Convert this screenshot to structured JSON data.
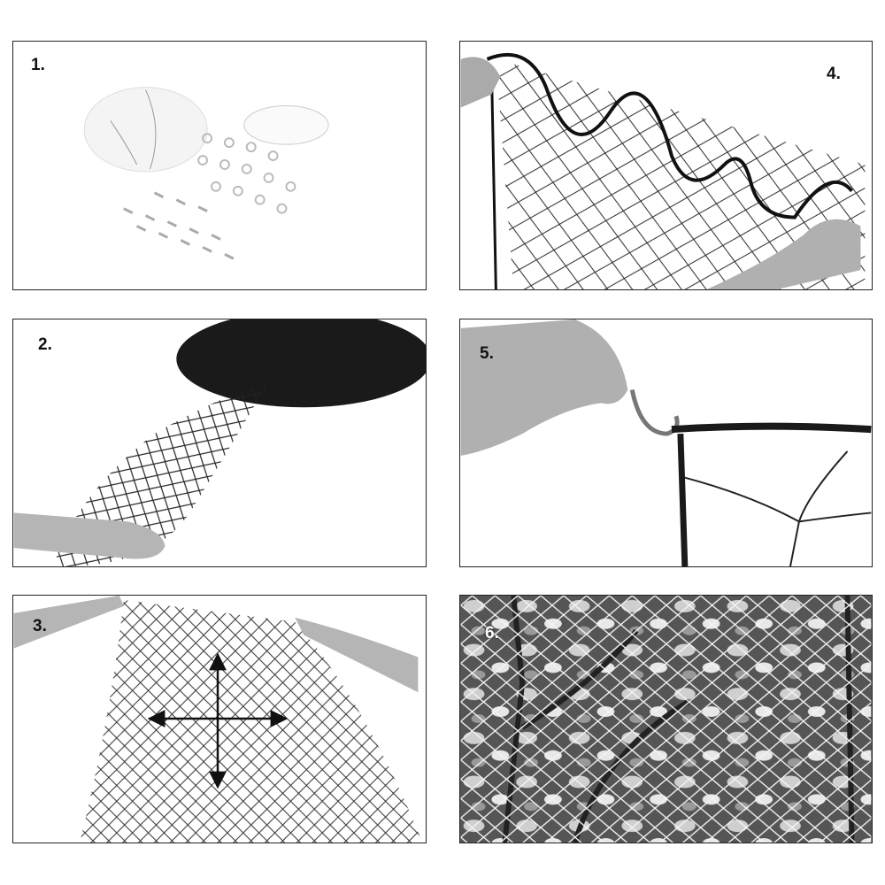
{
  "steps": [
    {
      "label": "1.",
      "scene": "net-kit-contents"
    },
    {
      "label": "2.",
      "scene": "unroll-net"
    },
    {
      "label": "3.",
      "scene": "stretch-net"
    },
    {
      "label": "4.",
      "scene": "thread-cord-through-edge"
    },
    {
      "label": "5.",
      "scene": "attach-hook"
    },
    {
      "label": "6.",
      "scene": "net-over-tree"
    }
  ],
  "colors": {
    "border": "#222222",
    "net_dark": "#1a1a1a",
    "net_light": "#f2f2f2",
    "skin": "#b5b5b5"
  }
}
